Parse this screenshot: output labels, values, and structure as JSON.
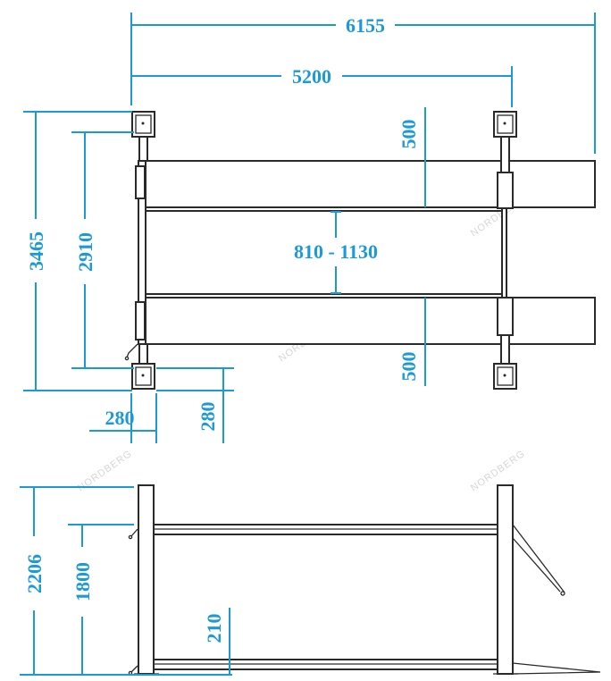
{
  "colors": {
    "dimension": "#1b9ad6",
    "outline": "#2a2a2a",
    "watermark": "#d6d6d6"
  },
  "watermark": "NORDBERG",
  "top_view": {
    "overall_length": "6155",
    "post_spacing_length": "5200",
    "overall_width": "3465",
    "post_spacing_width": "2910",
    "runway_width_top": "500",
    "runway_width_bottom": "500",
    "runway_gap": "810 - 1130",
    "post_base_x": "280",
    "post_base_y": "280"
  },
  "side_view": {
    "post_height": "2206",
    "max_lift_height": "1800",
    "runway_height": "210"
  }
}
